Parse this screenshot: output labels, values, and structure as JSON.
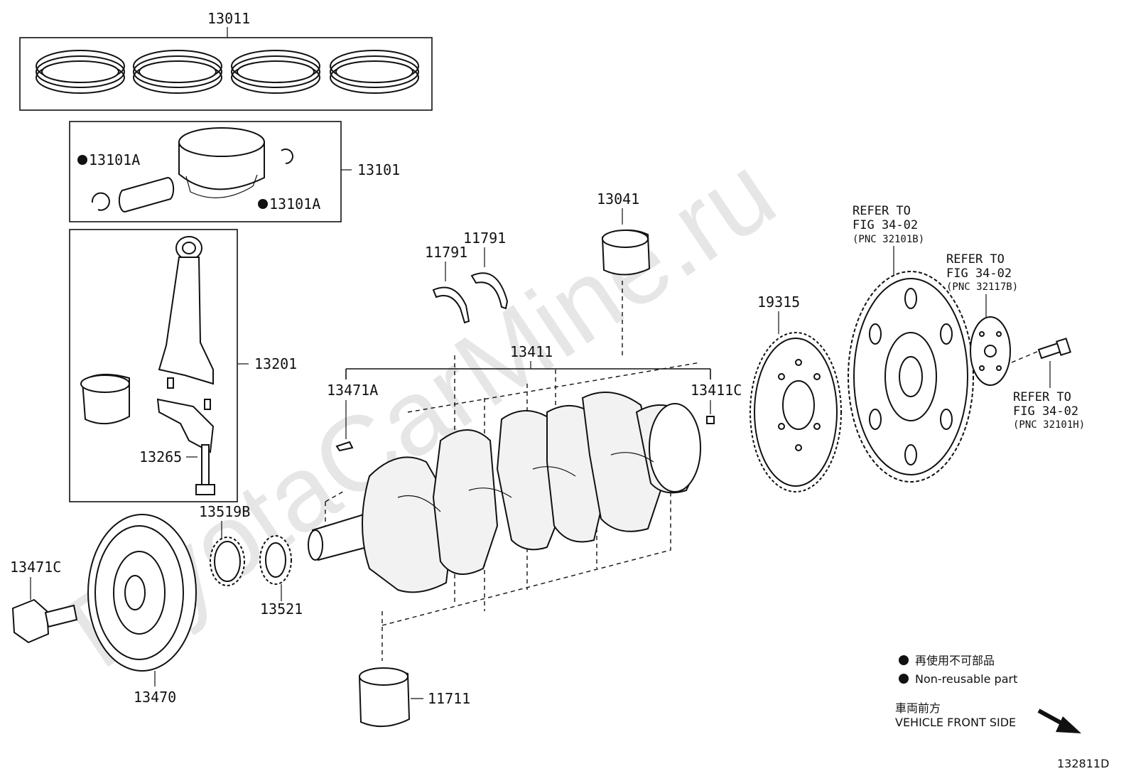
{
  "watermark": "ToyotaCarMine.ru",
  "callouts": {
    "piston_ring_set": "13011",
    "piston_sub_assy": "13101",
    "piston_pin_clip_upper": "13101A",
    "piston_pin_clip_lower": "13101A",
    "connecting_rod": "13201",
    "rod_bolt": "13265",
    "crank_thrust_washer_left": "11791",
    "crank_thrust_washer_right": "11791",
    "rod_bearing": "13041",
    "crankshaft": "13411",
    "crank_key_left": "13471A",
    "crank_pin_right": "13411C",
    "plate": "19315",
    "crank_sprocket": "13519B",
    "timing_rotor": "13521",
    "pulley_bolt": "13471C",
    "crank_pulley": "13470",
    "main_bearing": "11711"
  },
  "references": [
    {
      "line1": "REFER TO",
      "line2": "FIG 34-02",
      "line3": "(PNC 32101B)"
    },
    {
      "line1": "REFER TO",
      "line2": "FIG 34-02",
      "line3": "(PNC 32117B)"
    },
    {
      "line1": "REFER TO",
      "line2": "FIG 34-02",
      "line3": "(PNC 32101H)"
    }
  ],
  "legend": {
    "non_reusable_jp": "再使用不可部品",
    "non_reusable_en": "Non-reusable part",
    "front_jp": "車両前方",
    "front_en": "VEHICLE FRONT SIDE"
  },
  "figure_id": "132811D"
}
